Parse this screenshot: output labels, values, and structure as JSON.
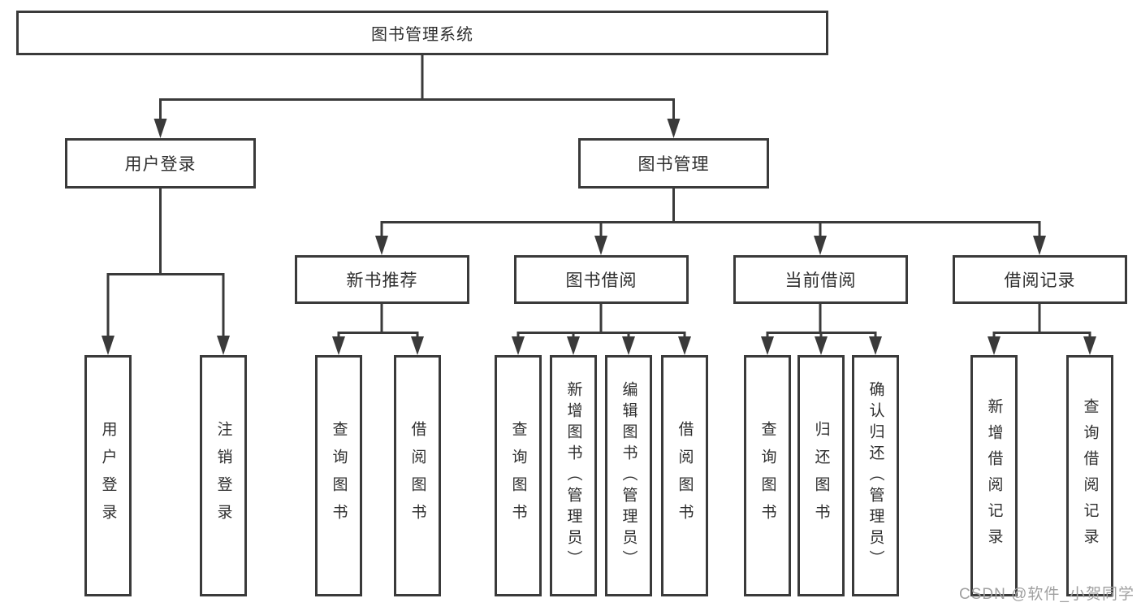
{
  "diagram_title": "图书管理系统",
  "labels": {
    "root": "图书管理系统",
    "user_login": "用户登录",
    "book_mgmt": "图书管理",
    "new_books": "新书推荐",
    "book_borrow": "图书借阅",
    "current_borrow": "当前借阅",
    "borrow_records": "借阅记录",
    "leaf_user_login": "用户登录",
    "leaf_logout": "注销登录",
    "leaf_query_book_1": "查询图书",
    "leaf_borrow_book_1": "借阅图书",
    "leaf_query_book_2": "查询图书",
    "leaf_add_book": "新增图书（管理员）",
    "leaf_edit_book": "编辑图书（管理员）",
    "leaf_borrow_book_2": "借阅图书",
    "leaf_query_book_3": "查询图书",
    "leaf_return_book": "归还图书",
    "leaf_confirm_return": "确认归还（管理员）",
    "leaf_add_record": "新增借阅记录",
    "leaf_query_record": "查询借阅记录"
  },
  "hierarchy": {
    "label": "图书管理系统",
    "children": [
      {
        "label": "用户登录",
        "children": [
          {
            "label": "用户登录"
          },
          {
            "label": "注销登录"
          }
        ]
      },
      {
        "label": "图书管理",
        "children": [
          {
            "label": "新书推荐",
            "children": [
              {
                "label": "查询图书"
              },
              {
                "label": "借阅图书"
              }
            ]
          },
          {
            "label": "图书借阅",
            "children": [
              {
                "label": "查询图书"
              },
              {
                "label": "新增图书（管理员）"
              },
              {
                "label": "编辑图书（管理员）"
              },
              {
                "label": "借阅图书"
              }
            ]
          },
          {
            "label": "当前借阅",
            "children": [
              {
                "label": "查询图书"
              },
              {
                "label": "归还图书"
              },
              {
                "label": "确认归还（管理员）"
              }
            ]
          },
          {
            "label": "借阅记录",
            "children": [
              {
                "label": "新增借阅记录"
              },
              {
                "label": "查询借阅记录"
              }
            ]
          }
        ]
      }
    ]
  },
  "watermark": {
    "text": "CSDN @软件_小贺同学"
  },
  "colors": {
    "line": "#3a3a3a",
    "box_border": "#3a3a3a",
    "box_fill": "#ffffff",
    "text": "#2e2e2e",
    "watermark": "#a0a0a0",
    "background": "#ffffff"
  }
}
